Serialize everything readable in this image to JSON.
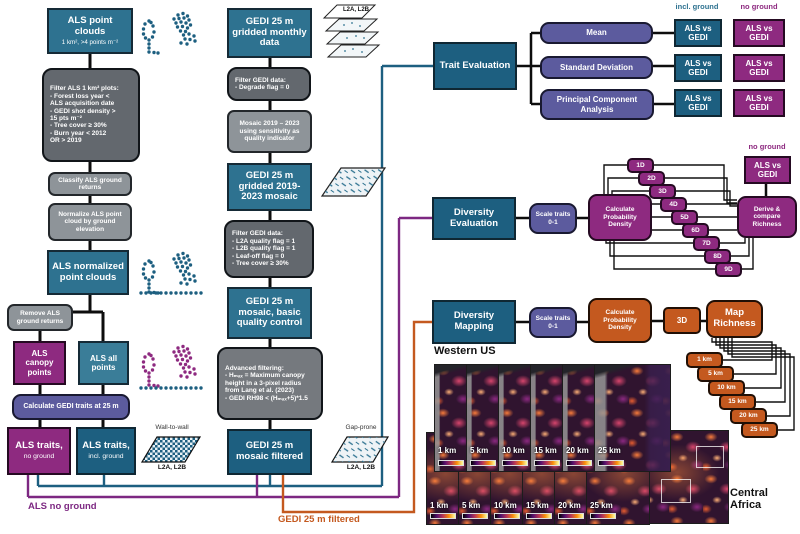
{
  "palette": {
    "teal": "#2e7290",
    "teal_dark": "#1d5f80",
    "magenta": "#8e2a80",
    "slate": "#5c5b9e",
    "orange": "#c4591f",
    "gray_dark": "#63686e",
    "gray_light": "#8e9499",
    "line_black": "#0d0d0d"
  },
  "als": {
    "point_clouds_title": "ALS point clouds",
    "point_clouds_sub": "1 km², >4 points m⁻²",
    "filter_plots": "Filter ALS 1 km² plots:\n- Forest loss year <\nALS acquisition date\n- GEDI shot density >\n15 pts m⁻²\n- Tree cover ≥ 30%\n- Burn year < 2012\n  OR > 2019",
    "classify": "Classify ALS ground returns",
    "normalize": "Normalize ALS point cloud by ground elevation",
    "normalized": "ALS normalized point clouds",
    "remove_ground": "Remove ALS ground returns",
    "canopy_points": "ALS canopy points",
    "all_points": "ALS all points",
    "calc_traits": "Calculate GEDI traits at 25 m",
    "traits_no_ground_title": "ALS traits,",
    "traits_no_ground_sub": "no ground",
    "traits_incl_ground_title": "ALS traits,",
    "traits_incl_ground_sub": "incl. ground",
    "wall_to_wall": "Wall-to-wall",
    "wall_product": "L2A, L2B",
    "route_label": "ALS no ground"
  },
  "gedi": {
    "monthly": "GEDI 25 m gridded monthly data",
    "layers_product": "L2A, L2B",
    "filter_degrade": "Filter GEDI data:\n- Degrade flag = 0",
    "mosaic": "Mosaic 2019 – 2023 using sensitivity as quality indicator",
    "gridded_mosaic": "GEDI 25 m gridded 2019- 2023 mosaic",
    "filter_quality": "Filter GEDI data:\n- L2A quality flag = 1\n- L2B quality flag = 1\n- Leaf-off flag = 0\n- Tree cover ≥ 30%",
    "basic_qc": "GEDI 25 m mosaic, basic quality control",
    "advanced": "Advanced filtering:\n- Hₘₐₓ = Maximum canopy\nheight in a 3-pixel radius\nfrom Lang et al. (2023)\n- GEDI RH98 < (Hₘₐₓ+5)*1.5",
    "filtered": "GEDI 25 m mosaic filtered",
    "gap_prone": "Gap-prone",
    "gap_product": "L2A, L2B",
    "route_label": "GEDI 25 m filtered"
  },
  "trait_eval": {
    "title": "Trait Evaluation",
    "incl_label": "incl. ground",
    "no_label": "no ground",
    "methods": [
      "Mean",
      "Standard Deviation",
      "Principal Component Analysis"
    ],
    "compare": "ALS vs GEDI"
  },
  "div_eval": {
    "title": "Diversity Evaluation",
    "scale": "Scale traits 0-1",
    "cpd": "Calculate Probability Density",
    "dims": [
      "1D",
      "2D",
      "3D",
      "4D",
      "5D",
      "6D",
      "7D",
      "8D",
      "9D"
    ],
    "derive": "Derive & compare Richness",
    "no_label": "no ground",
    "compare": "ALS vs GEDI"
  },
  "div_map": {
    "title": "Diversity Mapping",
    "scale": "Scale traits 0-1",
    "cpd": "Calculate Probability Density",
    "dim": "3D",
    "map_richness": "Map Richness",
    "km": [
      "1 km",
      "5 km",
      "10 km",
      "15 km",
      "20 km",
      "25 km"
    ]
  },
  "maps": {
    "western_us": "Western US",
    "central_africa": "Central Africa",
    "km_labels": [
      "1 km",
      "5 km",
      "10 km",
      "15 km",
      "20 km",
      "25 km"
    ]
  }
}
